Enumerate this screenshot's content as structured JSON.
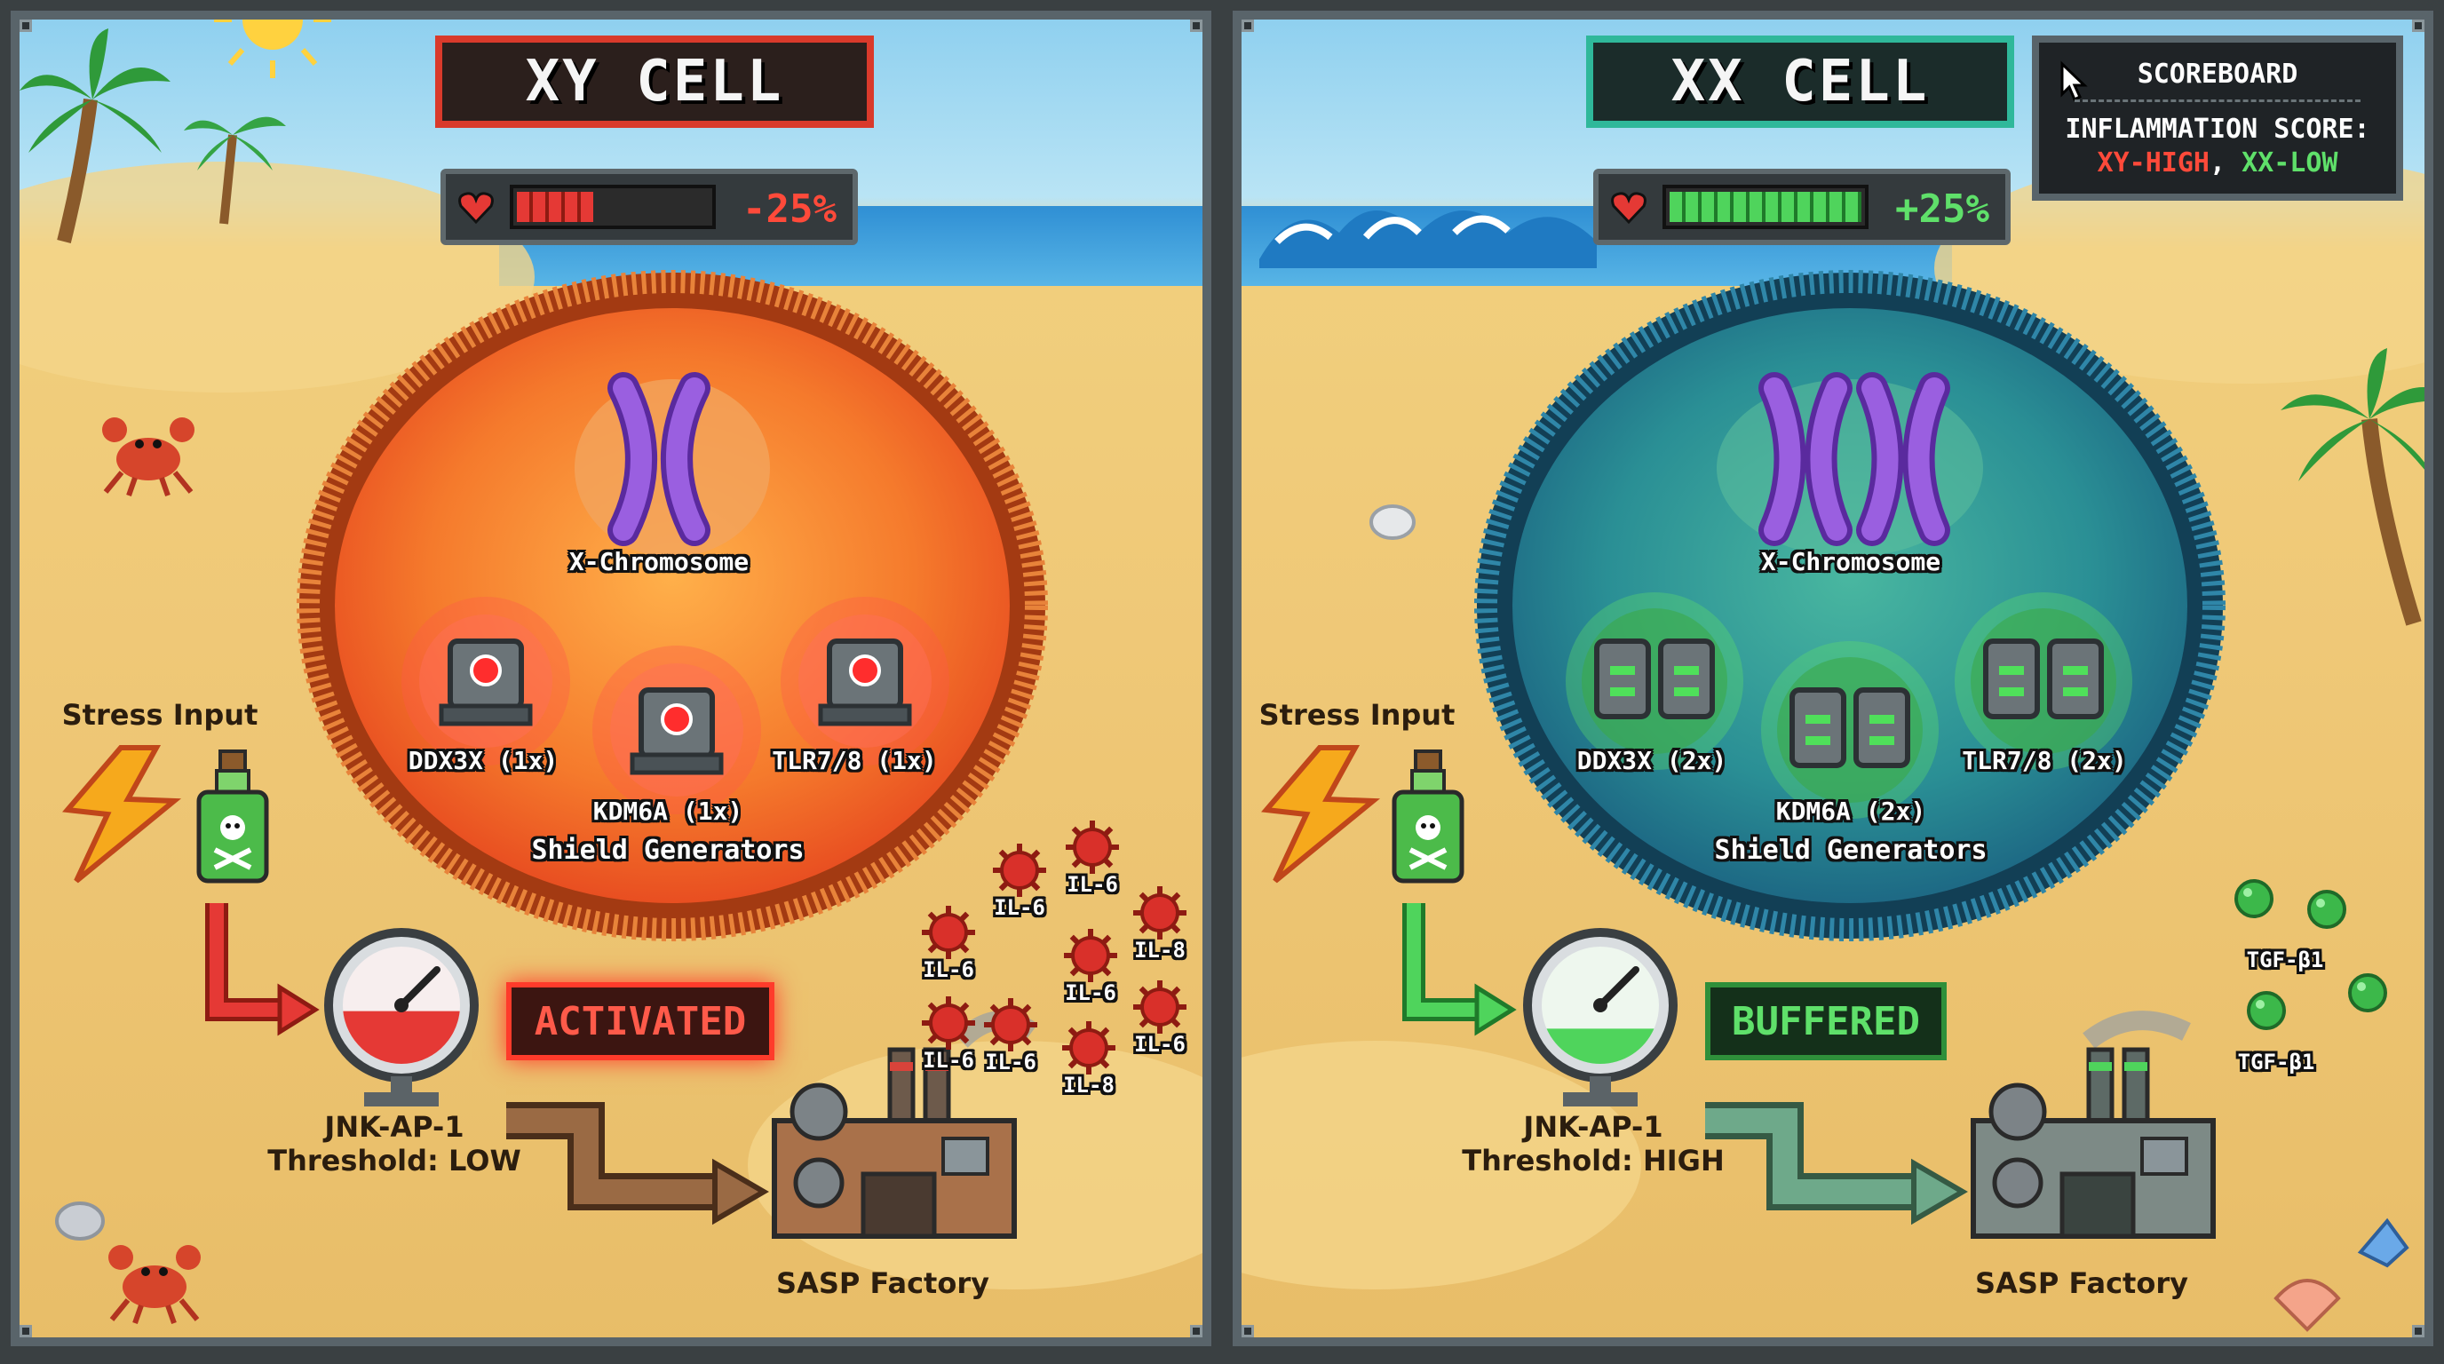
{
  "colors": {
    "xy_accent": "#e23a2a",
    "xx_accent": "#3fc24f",
    "xy_membrane": "#d9541e",
    "xx_membrane": "#1d6f86",
    "chromosome": "#8c4fd1"
  },
  "scoreboard": {
    "title": "SCOREBOARD",
    "score_label": "INFLAMMATION SCORE:",
    "xy_score": "XY-HIGH",
    "separator": ",",
    "xx_score": "XX-LOW"
  },
  "panels": {
    "xy": {
      "title": "XY CELL",
      "health_value": "-25%",
      "health_fraction": 0.4,
      "chromosome_label": "X-Chromosome",
      "chromosome_icon": "x-chromosome-icon",
      "shields": [
        {
          "label": "DDX3X (1x)"
        },
        {
          "label": "KDM6A (1x)"
        },
        {
          "label": "TLR7/8 (1x)"
        }
      ],
      "shields_caption": "Shield Generators",
      "stress_label": "Stress Input",
      "gauge_label_1": "JNK-AP-1",
      "gauge_label_2": "Threshold: LOW",
      "gauge_level": 0.45,
      "status": "ACTIVATED",
      "factory_label": "SASP Factory",
      "cytokines": [
        "IL-6",
        "IL-6",
        "IL-6",
        "IL-8",
        "IL-6",
        "IL-6",
        "IL-6",
        "IL-8",
        "IL-6"
      ]
    },
    "xx": {
      "title": "XX CELL",
      "health_value": "+25%",
      "health_fraction": 1.0,
      "chromosome_label": "X-Chromosome",
      "chromosome_icon": "xx-chromosome-icon",
      "shields": [
        {
          "label": "DDX3X (2x)"
        },
        {
          "label": "KDM6A (2x)"
        },
        {
          "label": "TLR7/8 (2x)"
        }
      ],
      "shields_caption": "Shield Generators",
      "stress_label": "Stress Input",
      "gauge_label_1": "JNK-AP-1",
      "gauge_label_2": "Threshold: HIGH",
      "gauge_level": 0.3,
      "status": "BUFFERED",
      "factory_label": "SASP Factory",
      "cytokines": [
        "TGF-β1",
        "TGF-β1"
      ]
    }
  }
}
